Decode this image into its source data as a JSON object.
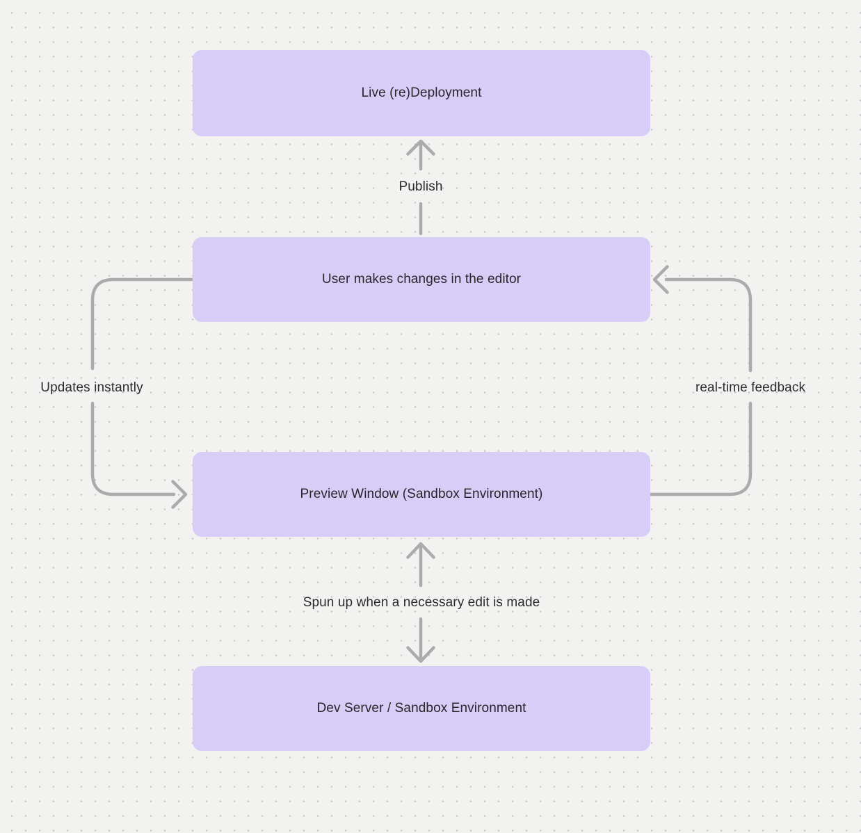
{
  "diagram": {
    "nodes": {
      "live_deployment": {
        "label": "Live (re)Deployment"
      },
      "editor": {
        "label": "User makes changes in the editor"
      },
      "preview": {
        "label": "Preview Window (Sandbox Environment)"
      },
      "dev_server": {
        "label": "Dev Server / Sandbox Environment"
      }
    },
    "edges": {
      "publish": {
        "label": "Publish",
        "from": "editor",
        "to": "live_deployment",
        "direction": "up"
      },
      "updates_instantly": {
        "label": "Updates instantly",
        "from": "editor",
        "to": "preview",
        "direction": "left-side-down"
      },
      "realtime_feedback": {
        "label": "real-time feedback",
        "from": "preview",
        "to": "editor",
        "direction": "right-side-up"
      },
      "spun_up": {
        "label": "Spun up when a necessary edit is made",
        "from": "dev_server",
        "to": "preview",
        "direction": "both"
      }
    },
    "colors": {
      "background": "#f2f2f1",
      "grid_dot": "#c7c7c7",
      "node_fill": "#d8cdf6",
      "node_text": "#26262b",
      "arrow": "#ababab",
      "label_text": "#2b2b30"
    }
  }
}
